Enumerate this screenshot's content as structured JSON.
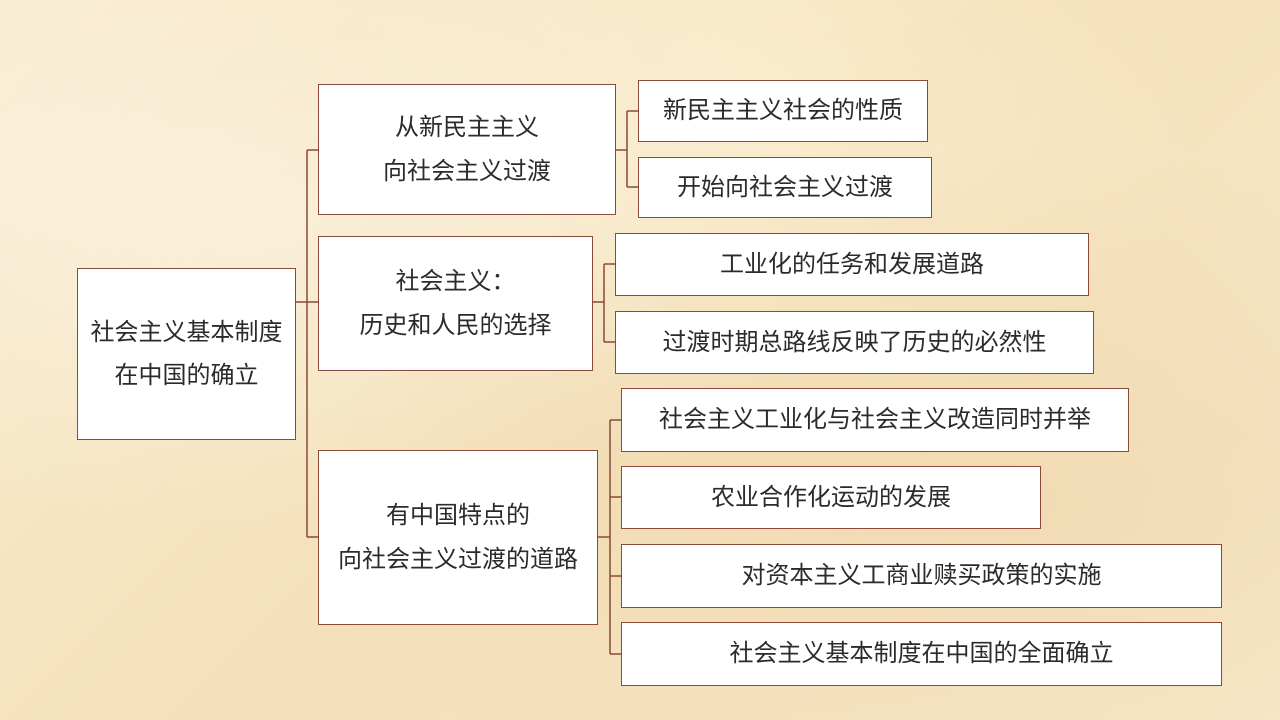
{
  "diagram": {
    "root": {
      "lines": [
        "社会主义基本制度",
        "在中国的确立"
      ]
    },
    "branches": [
      {
        "lines": [
          "从新民主主义",
          "向社会主义过渡"
        ],
        "children": [
          "新民主主义社会的性质",
          "开始向社会主义过渡"
        ]
      },
      {
        "lines": [
          "社会主义：",
          "历史和人民的选择"
        ],
        "children": [
          "工业化的任务和发展道路",
          "过渡时期总路线反映了历史的必然性"
        ]
      },
      {
        "lines": [
          "有中国特点的",
          "向社会主义过渡的道路"
        ],
        "children": [
          "社会主义工业化与社会主义改造同时并举",
          "农业合作化运动的发展",
          "对资本主义工商业赎买政策的实施",
          "社会主义基本制度在中国的全面确立"
        ]
      }
    ],
    "colors": {
      "border": "#8a4a3c",
      "connector": "#8a4a3c",
      "box_fill": "#ffffff",
      "text": "#2b2b2b"
    }
  }
}
